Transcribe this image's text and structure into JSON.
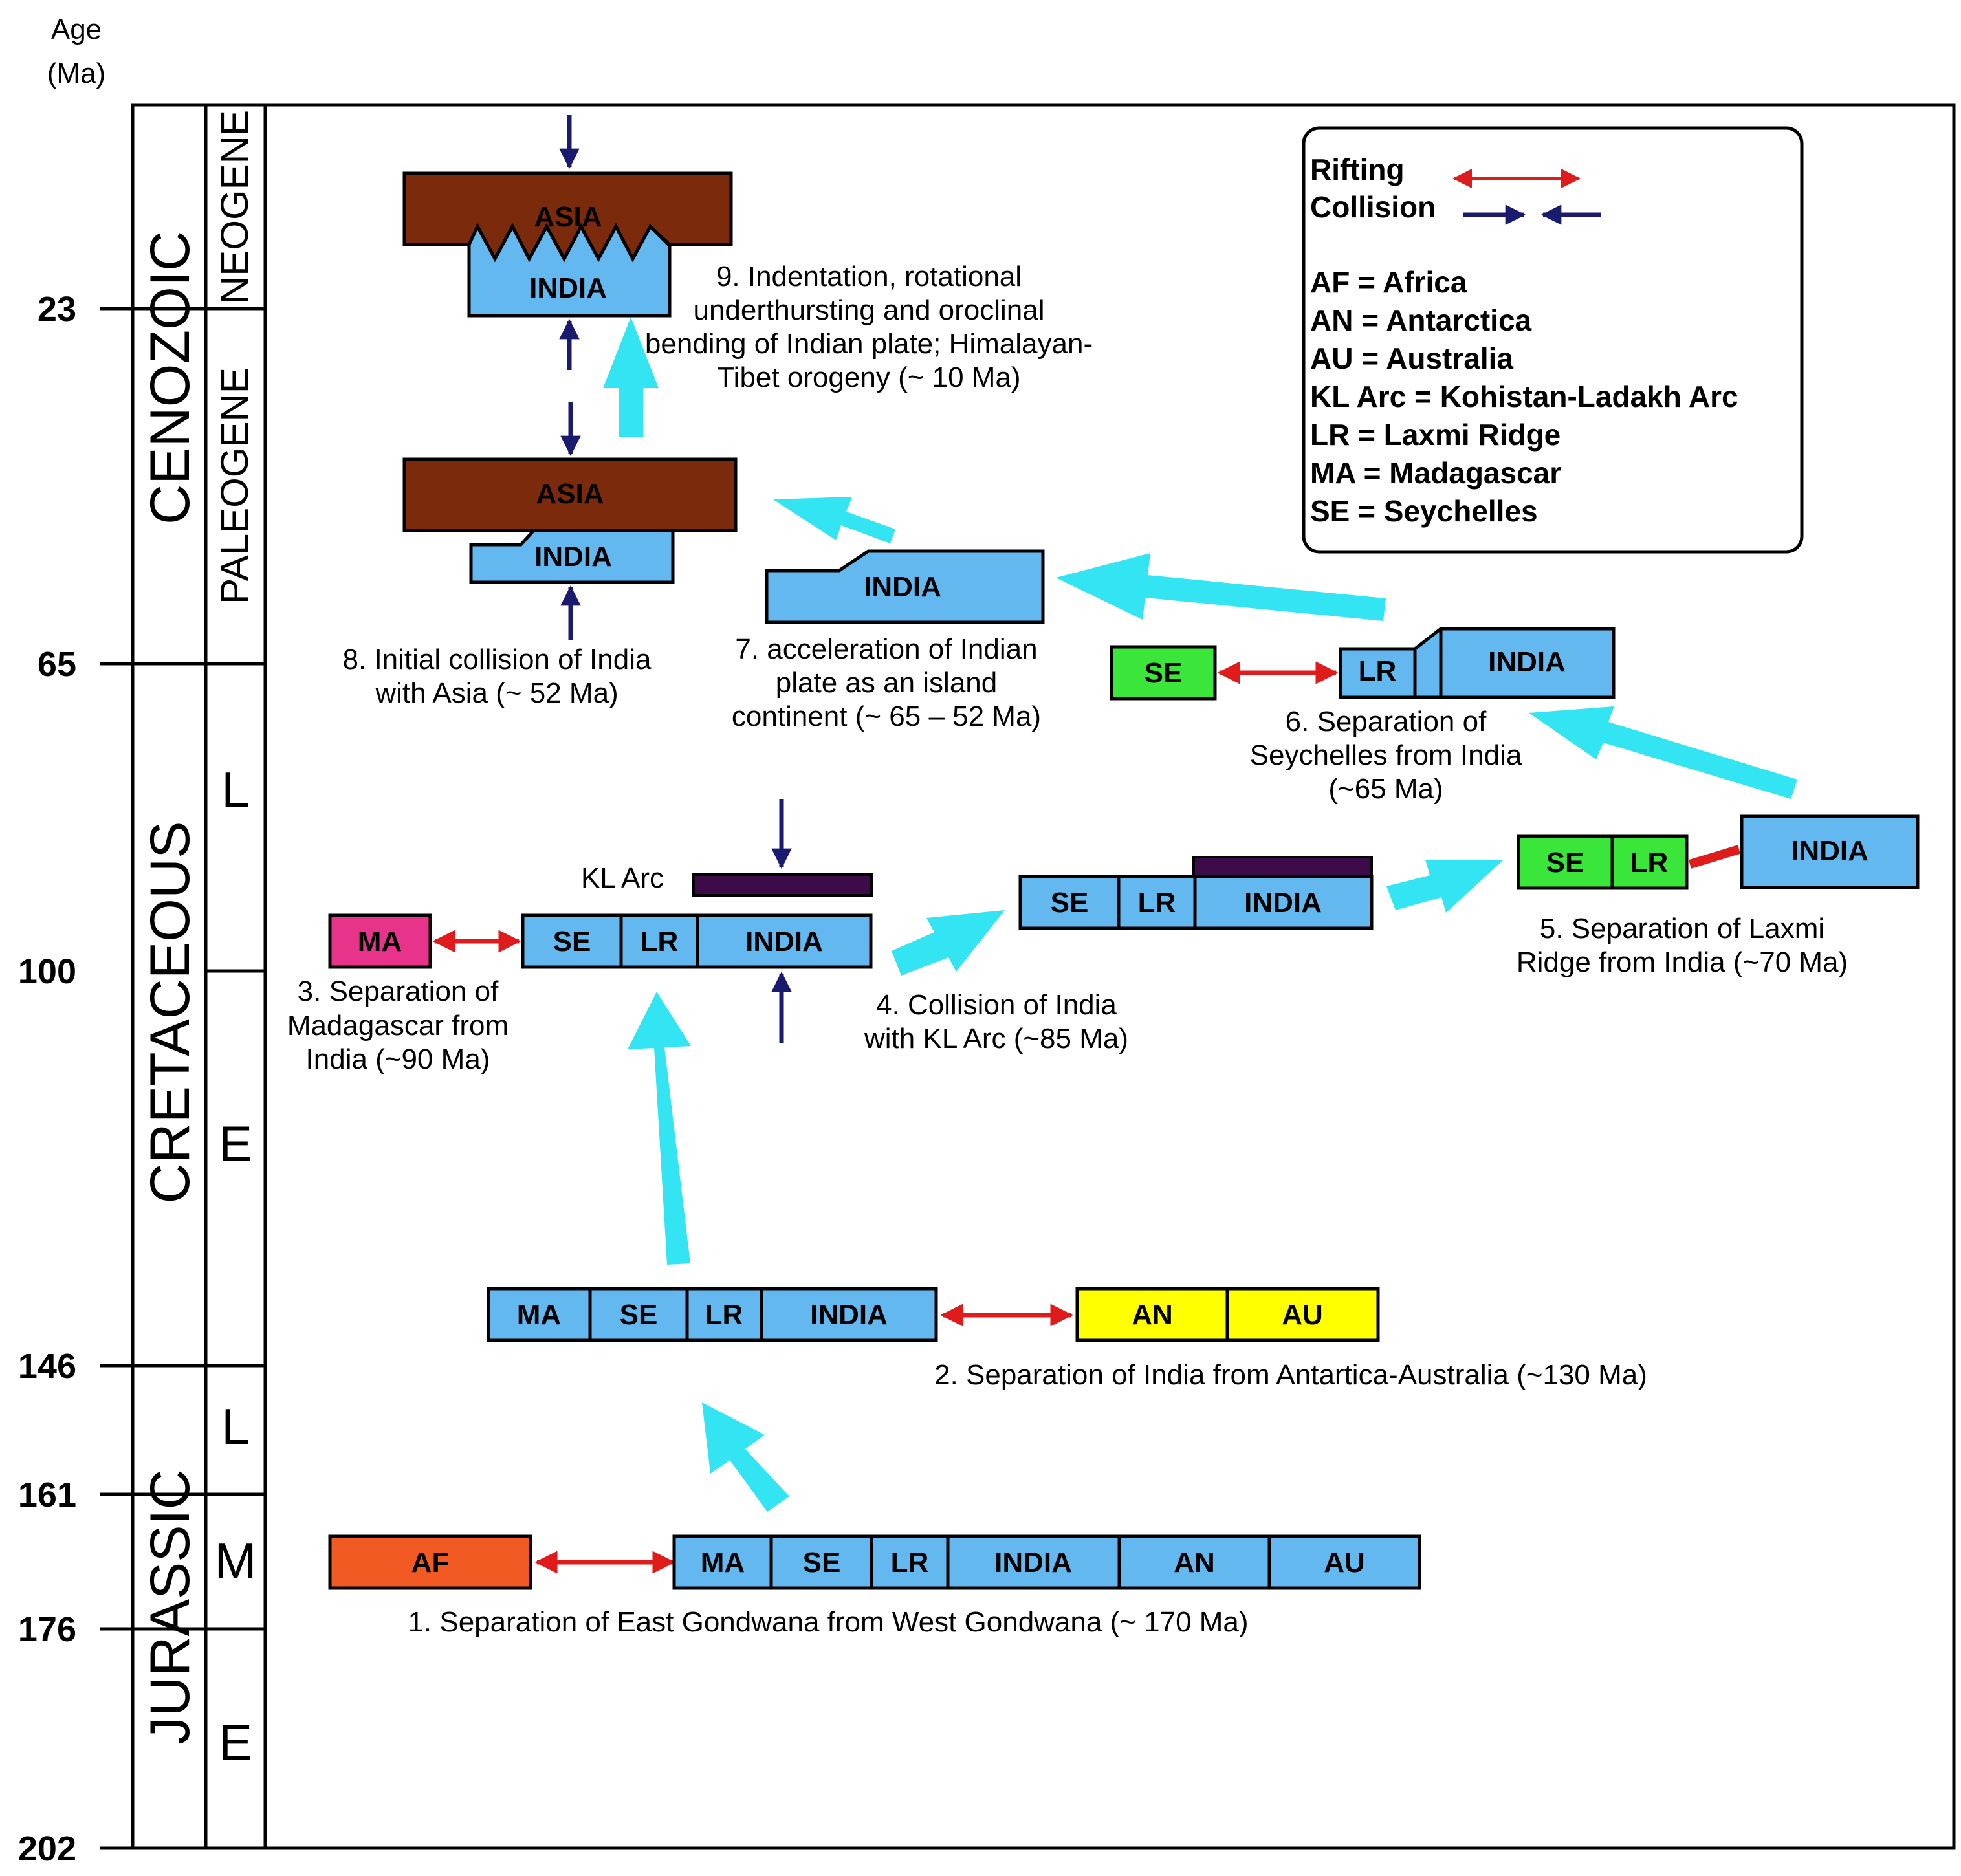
{
  "axis": {
    "title_line1": "Age",
    "title_line2": "(Ma)",
    "ticks": [
      "23",
      "65",
      "100",
      "146",
      "161",
      "176",
      "202"
    ]
  },
  "eras": {
    "cenozoic": "CENOZOIC",
    "cretaceous": "CRETACEOUS",
    "jurassic": "JURASSIC"
  },
  "periods": {
    "neogene": "NEOGENE",
    "paleogene": "PALEOGENE"
  },
  "subdivisions": {
    "late": "L",
    "early": "E",
    "middle": "M"
  },
  "legend": {
    "rifting": "Rifting",
    "collision": "Collision",
    "entries": [
      "AF = Africa",
      "AN = Antarctica",
      "AU = Australia",
      "KL Arc = Kohistan-Ladakh Arc",
      "LR = Laxmi Ridge",
      "MA = Madagascar",
      "SE = Seychelles"
    ]
  },
  "blocks": {
    "af": "AF",
    "ma": "MA",
    "se": "SE",
    "lr": "LR",
    "india": "INDIA",
    "an": "AN",
    "au": "AU",
    "asia": "ASIA"
  },
  "kl_arc_label": "KL Arc",
  "captions": {
    "s1": "1. Separation of East Gondwana from West Gondwana (~ 170 Ma)",
    "s2": "2. Separation of India from Antartica-Australia (~130 Ma)",
    "s3": [
      "3. Separation of",
      "Madagascar from",
      "India (~90 Ma)"
    ],
    "s4": [
      "4. Collision of India",
      "with KL Arc (~85 Ma)"
    ],
    "s5": [
      "5. Separation of Laxmi",
      "Ridge from India (~70 Ma)"
    ],
    "s6": [
      "6. Separation of",
      "Seychelles from India",
      "(~65 Ma)"
    ],
    "s7": [
      "7. acceleration of Indian",
      "plate as an island",
      "continent (~ 65 – 52 Ma)"
    ],
    "s8": [
      "8. Initial collision of India",
      "with Asia (~ 52 Ma)"
    ],
    "s9": [
      "9. Indentation, rotational",
      "underthursting and oroclinal",
      "bending of Indian plate; Himalayan-",
      "Tibet orogeny (~ 10 Ma)"
    ]
  },
  "colors": {
    "india": "#63b8f0",
    "af": "#f15a22",
    "ma": "#e8338a",
    "an_au": "#ffff00",
    "se_lr_green": "#39e639",
    "asia": "#7b2a0c",
    "kl_arc": "#3d0a4a",
    "flow_arrow": "#33e5f2",
    "rift_arrow": "#e01b1b",
    "collision_arrow": "#1a1a6e"
  }
}
